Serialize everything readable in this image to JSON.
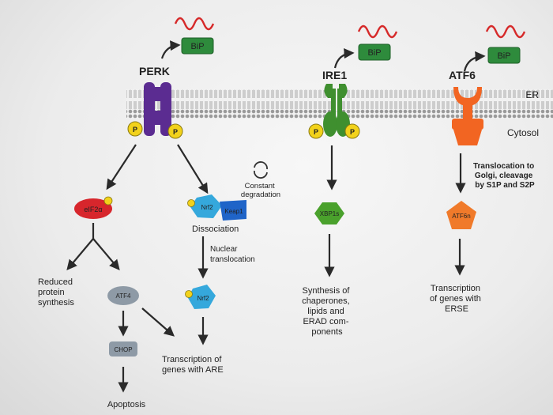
{
  "labels": {
    "perk": "PERK",
    "ire1": "IRE1",
    "atf6": "ATF6",
    "bip": "BiP",
    "er": "ER",
    "cytosol": "Cytosol",
    "p": "P",
    "eif2a": "eIF2α",
    "nrf2": "Nrf2",
    "keap1": "Keap1",
    "dissociation": "Dissociation",
    "constant_degradation": [
      "Constant",
      "degradation"
    ],
    "nuclear_translocation": [
      "Nuclear",
      "translocation"
    ],
    "reduced_protein_synthesis": [
      "Reduced",
      "protein",
      "synthesis"
    ],
    "atf4": "ATF4",
    "chop": "CHOP",
    "apoptosis": "Apoptosis",
    "transcription_are": [
      "Transcription of",
      "genes with ARE"
    ],
    "xbp1s": "XBP1s",
    "synthesis_chaperones": [
      "Synthesis of",
      "chaperones,",
      "lipids and",
      "ERAD com-",
      "ponents"
    ],
    "translocation_golgi": [
      "Translocation to",
      "Golgi, cleavage",
      "by S1P and S2P"
    ],
    "atf6n": "ATF6n",
    "transcription_erse": [
      "Transcription",
      "of genes with",
      "ERSE"
    ]
  },
  "colors": {
    "perk": "#5b2c91",
    "ire1": "#3f8f2f",
    "atf6": "#f26522",
    "bip_box": "#2e8b3c",
    "phospho": "#f2d21b",
    "eif2a": "#d7262c",
    "nrf2": "#35a8dc",
    "keap1": "#1f64c8",
    "xbp1s": "#4aa12c",
    "atf6n": "#f07a2a",
    "atf4": "#8e9aa6",
    "chop": "#8e9aa6",
    "wave": "#d62a2a"
  }
}
